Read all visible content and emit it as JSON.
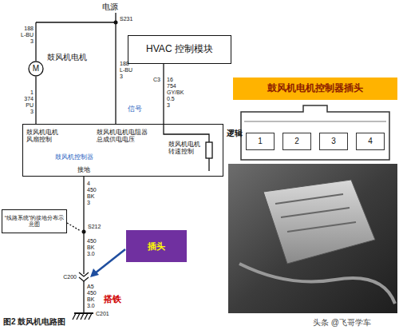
{
  "diagram": {
    "caption": "图2 鼓风机电路图",
    "nodes": [
      {
        "text": [
          "HVAC 控制模块"
        ]
      },
      {
        "text": [
          "鼓风机电机控制器插头"
        ]
      },
      {
        "text": [
          "M",
          "鼓风机电机"
        ]
      },
      {
        "text": [
          "鼓风机电机风扇控制",
          "鼓风机电机电阻器总成供电电压",
          "鼓风机电机转速控制",
          "鼓风机控制器",
          "接地"
        ]
      },
      {
        "text": [
          "1"
        ]
      },
      {
        "text": [
          "2"
        ]
      },
      {
        "text": [
          "3"
        ]
      },
      {
        "text": [
          "4"
        ]
      },
      {
        "text": [
          "“线路系统”的接地分布示意图"
        ]
      },
      {
        "text": [
          "插头"
        ]
      }
    ],
    "edges": [
      {
        "from": 2,
        "to": 3,
        "arrow": "none"
      },
      {
        "from": 0,
        "to": 3,
        "arrow": "none"
      }
    ],
    "labels": [
      "电源",
      "188",
      "L-BU",
      "3",
      "S231",
      "188",
      "L-BU",
      "3",
      "1",
      "374",
      "PU",
      "3",
      "C3",
      "16",
      "754",
      "GY/BK",
      "0.5",
      "3",
      "信号",
      "逻辑",
      "4",
      "450",
      "BK",
      "3",
      "S212",
      "450",
      "BK",
      "3.0",
      "C200",
      "A5",
      "450",
      "BK",
      "3.0",
      "C201",
      "搭铁",
      "头条 @飞哥学车"
    ]
  }
}
